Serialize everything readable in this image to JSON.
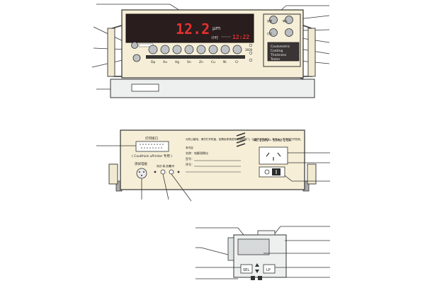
{
  "front_panel": {
    "display_main": "12.2",
    "display_unit": "μm",
    "display_secondary_label": "计时",
    "display_time": "12:22",
    "metal_labels": [
      "Cr",
      "Ni",
      "Cu",
      "Zn",
      "Sn",
      "Ag",
      "Au",
      "Dp"
    ],
    "right_buttons": [
      "设置",
      "确认",
      "打印",
      ""
    ],
    "brand_lines": [
      "Coulometric",
      "Coating",
      "Thickness",
      "Tester"
    ]
  },
  "rear_panel": {
    "printer_port_label": "打印接口",
    "printer_port_note": "( Coulthick uPrinter 专用 )",
    "probe_label": "测试电极",
    "jack_labels": [
      "测试 端 选择",
      "信号"
    ],
    "warning_text": [
      "为防止触电，请勿打开机盖，如需检修请送有关维修部门。仪器内部有高压，非专业人员请勿打开机壳。",
      "有内容"
    ],
    "model_label": "型号：",
    "serial_label": "序号：",
    "name_label": "名称：电解测厚仪",
    "power_label": "AC 220V~ 50Hz 1.0A"
  },
  "probe_module": {
    "sel_label": "SEL",
    "lp_label": "LP"
  }
}
